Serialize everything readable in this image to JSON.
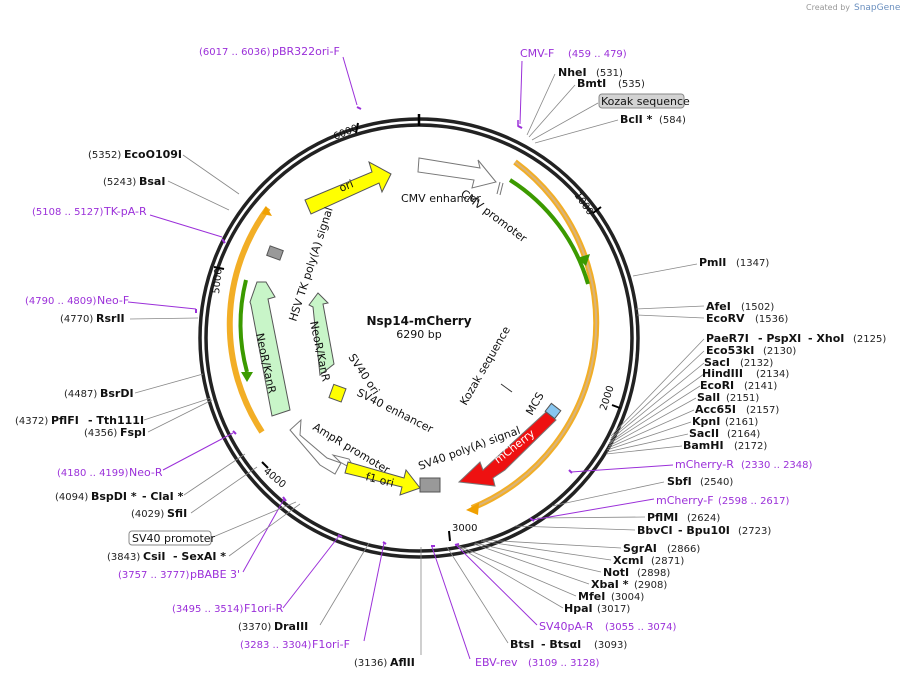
{
  "credit": {
    "created_by": "Created by",
    "app": "SnapGene"
  },
  "plasmid": {
    "name": "Nsp14-mCherry",
    "size": "6290 bp"
  },
  "ruler_ticks": [
    "1000",
    "2000",
    "3000",
    "4000",
    "5000",
    "6000"
  ],
  "colors": {
    "ori": "#ffff00",
    "neo": "#c8f5c8",
    "mcherry": "#ee1111",
    "f1ori": "#ffff00",
    "polya": "#999999",
    "primer": "#9b30d9",
    "orf_orange": "#f0a000",
    "orf_green": "#3b9a00"
  },
  "features": {
    "cmv_enhancer": "CMV enhancer",
    "cmv_promoter": "CMV promoter",
    "ori": "ori",
    "hsv_tk": "HSV TK poly(A) signal",
    "neo_outer": "NeoR/KanR",
    "neo_inner": "NeoR/KanR",
    "sv40_ori": "SV40 ori",
    "sv40_enh": "SV40 enhancer",
    "ampr_promoter": "AmpR promoter",
    "f1_ori": "f1 ori",
    "sv40_polya": "SV40 poly(A) signal",
    "mcherry": "mCherry",
    "mcs": "MCS",
    "kozak": "Kozak sequence"
  },
  "right_labels": [
    {
      "name": "NheI",
      "pos": "(531)"
    },
    {
      "name": "BmtI",
      "pos": "(535)"
    },
    {
      "name": "BclI *",
      "pos": "(584)"
    },
    {
      "name": "PmlI",
      "pos": "(1347)"
    },
    {
      "name": "AfeI",
      "pos": "(1502)"
    },
    {
      "name": "EcoRV",
      "pos": "(1536)"
    },
    {
      "name": "PaeR7I",
      "pos": ""
    },
    {
      "name": "Eco53kI",
      "pos": "(2130)"
    },
    {
      "name": "SacI",
      "pos": "(2132)"
    },
    {
      "name": "HindIII",
      "pos": "(2134)"
    },
    {
      "name": "EcoRI",
      "pos": "(2141)"
    },
    {
      "name": "SalI",
      "pos": "(2151)"
    },
    {
      "name": "Acc65I",
      "pos": "(2157)"
    },
    {
      "name": "KpnI",
      "pos": "(2161)"
    },
    {
      "name": "SacII",
      "pos": "(2164)"
    },
    {
      "name": "BamHI",
      "pos": "(2172)"
    },
    {
      "name": "SbfI",
      "pos": "(2540)"
    },
    {
      "name": "PflMI",
      "pos": "(2624)"
    },
    {
      "name": "SgrAI",
      "pos": "(2866)"
    },
    {
      "name": "XcmI",
      "pos": "(2871)"
    },
    {
      "name": "NotI",
      "pos": "(2898)"
    },
    {
      "name": "XbaI *",
      "pos": "(2908)"
    },
    {
      "name": "MfeI",
      "pos": "(3004)"
    },
    {
      "name": "HpaI",
      "pos": "(3017)"
    }
  ],
  "right_extra": {
    "pspxi": "- PspXI",
    "xhoi": "- XhoI",
    "xhoi_pos": "(2125)",
    "bbvci": "BbvCI",
    "bpu10i": "- Bpu10I",
    "bpu10i_pos": "(2723)",
    "btsi": "BtsI",
    "btsai": "- BtsαI",
    "btsai_pos": "(3093)",
    "kozak_box": "Kozak sequence"
  },
  "left_labels": [
    {
      "name": "EcoO109I",
      "pos": "(5352)"
    },
    {
      "name": "BsaI",
      "pos": "(5243)"
    },
    {
      "name": "RsrII",
      "pos": "(4770)"
    },
    {
      "name": "BsrDI",
      "pos": "(4487)"
    },
    {
      "name": "PflFI",
      "pos": "(4372)"
    },
    {
      "name": "FspI",
      "pos": "(4356)"
    },
    {
      "name": "SfiI",
      "pos": "(4029)"
    },
    {
      "name": "CsiI",
      "pos": "(3843)"
    },
    {
      "name": "DraIII",
      "pos": "(3370)"
    },
    {
      "name": "AflII",
      "pos": "(3136)"
    }
  ],
  "left_extra": {
    "tth111i": "- Tth111I",
    "bspdi": "BspDI *",
    "bspdi_pos": "(4094)",
    "clai": "- ClaI *",
    "sexai": "- SexAI *",
    "sv40_promoter_box": "SV40 promoter"
  },
  "primers": [
    {
      "name": "pBR322ori-F",
      "pos": "(6017 .. 6036)"
    },
    {
      "name": "CMV-F",
      "pos": "(459 .. 479)"
    },
    {
      "name": "TK-pA-R",
      "pos": "(5108 .. 5127)"
    },
    {
      "name": "Neo-F",
      "pos": "(4790 .. 4809)"
    },
    {
      "name": "Neo-R",
      "pos": "(4180 .. 4199)"
    },
    {
      "name": "pBABE 3'",
      "pos": "(3757 .. 3777)"
    },
    {
      "name": "F1ori-R",
      "pos": "(3495 .. 3514)"
    },
    {
      "name": "F1ori-F",
      "pos": "(3283 .. 3304)"
    },
    {
      "name": "EBV-rev",
      "pos": "(3109 .. 3128)"
    },
    {
      "name": "SV40pA-R",
      "pos": "(3055 .. 3074)"
    },
    {
      "name": "mCherry-R",
      "pos": "(2330 .. 2348)"
    },
    {
      "name": "mCherry-F",
      "pos": "(2598 .. 2617)"
    }
  ]
}
